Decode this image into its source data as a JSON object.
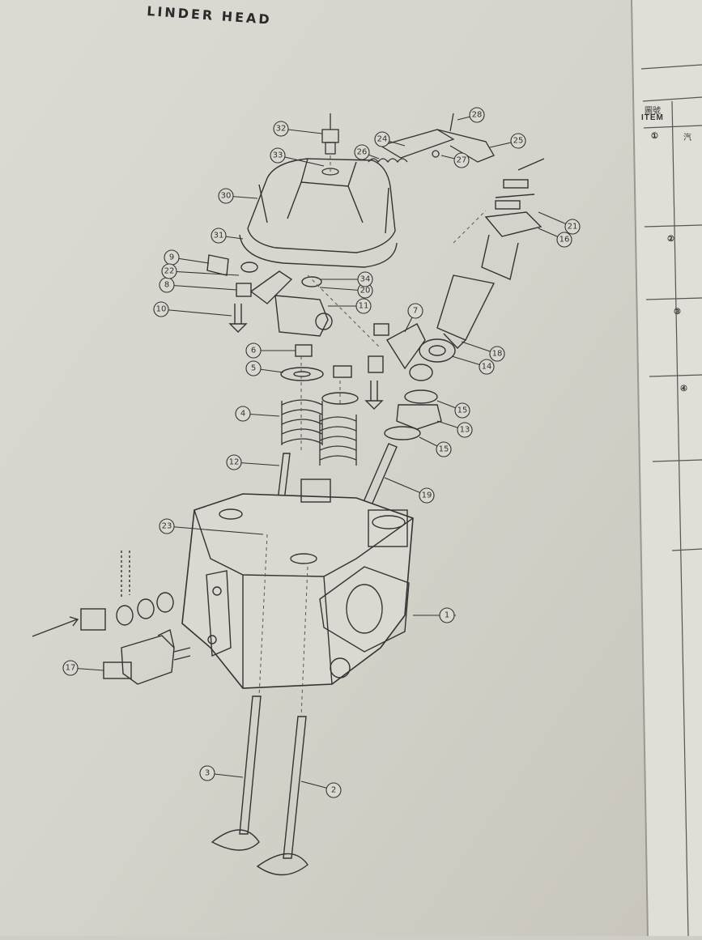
{
  "document": {
    "title": "LINDER HEAD",
    "side_table": {
      "header_cjk": "圖號",
      "header_item": "ITEM",
      "row_marks": [
        "①",
        "②",
        "③",
        "④"
      ],
      "row_text": "汽"
    }
  },
  "callouts": [
    {
      "label": "1"
    },
    {
      "label": "2"
    },
    {
      "label": "3"
    },
    {
      "label": "4"
    },
    {
      "label": "5"
    },
    {
      "label": "6"
    },
    {
      "label": "7"
    },
    {
      "label": "8"
    },
    {
      "label": "9"
    },
    {
      "label": "10"
    },
    {
      "label": "11"
    },
    {
      "label": "12"
    },
    {
      "label": "13"
    },
    {
      "label": "14"
    },
    {
      "label": "15"
    },
    {
      "label": "15"
    },
    {
      "label": "16"
    },
    {
      "label": "17"
    },
    {
      "label": "18"
    },
    {
      "label": "19"
    },
    {
      "label": "20"
    },
    {
      "label": "21"
    },
    {
      "label": "22"
    },
    {
      "label": "23"
    },
    {
      "label": "24"
    },
    {
      "label": "25"
    },
    {
      "label": "26"
    },
    {
      "label": "27"
    },
    {
      "label": "28"
    },
    {
      "label": "30"
    },
    {
      "label": "31"
    },
    {
      "label": "32"
    },
    {
      "label": "33"
    },
    {
      "label": "34"
    }
  ]
}
